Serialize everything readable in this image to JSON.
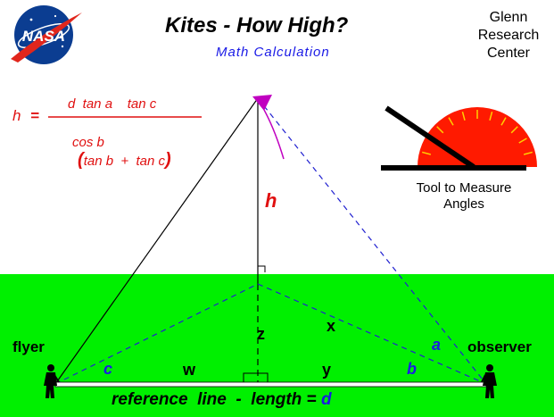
{
  "header": {
    "title": "Kites -  How  High?",
    "subtitle": "Math  Calculation",
    "logo_text": "NASA",
    "org_lines": [
      "Glenn",
      "Research",
      "Center"
    ]
  },
  "formula": {
    "lhs": "h",
    "equals": "=",
    "numerator": "d  tan a    tan c",
    "denominator_cos": "cos b",
    "denominator_paren_open": "(",
    "denominator_inner": "tan b  +  tan c",
    "denominator_paren_close": ")"
  },
  "tool_caption": [
    "Tool to Measure",
    "Angles"
  ],
  "labels": {
    "height": "h",
    "z": "z",
    "x": "x",
    "w": "w",
    "y": "y",
    "angle_a": "a",
    "angle_b": "b",
    "angle_c": "c",
    "flyer": "flyer",
    "observer": "observer"
  },
  "reference_line": {
    "text": "reference  line  -  length = ",
    "var": "d"
  },
  "colors": {
    "ground": "#00f000",
    "formula_red": "#e01010",
    "subtitle_blue": "#1a1ae6",
    "dashed_blue": "#2020d0",
    "kite": "#c000c0",
    "protractor": "#ff1a00",
    "protractor_ticks": "#ffd000"
  }
}
